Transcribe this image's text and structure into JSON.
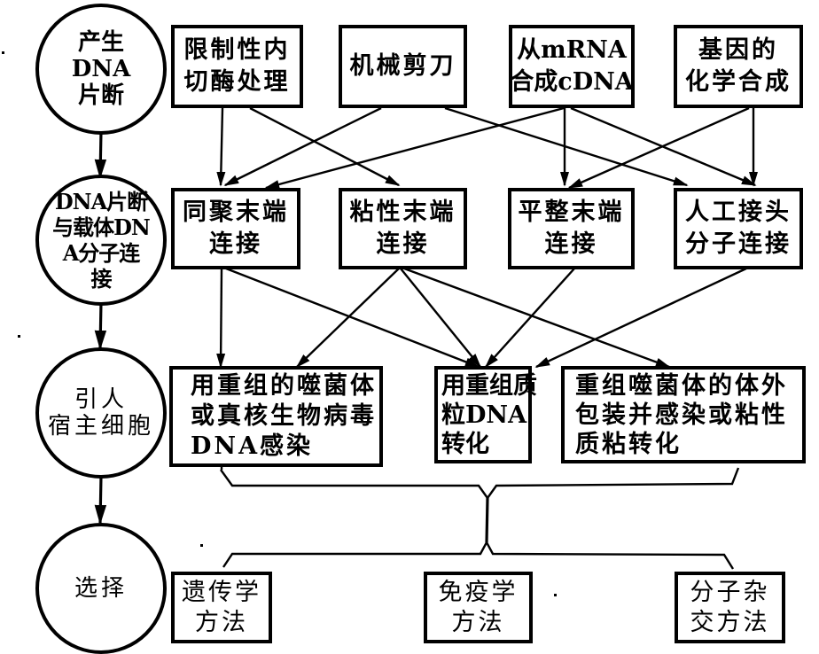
{
  "stages": [
    {
      "id": "stage-1",
      "lines": [
        "产生",
        "DNA",
        "片断"
      ]
    },
    {
      "id": "stage-2",
      "lines": [
        "DNA片断",
        "与载体DN",
        "A分子连",
        "接"
      ]
    },
    {
      "id": "stage-3",
      "lines": [
        "引人",
        "宿主细胞"
      ]
    },
    {
      "id": "stage-4",
      "lines": [
        "选择"
      ]
    }
  ],
  "row1": [
    {
      "id": "restriction-enzyme",
      "lines": [
        "限制性内",
        "切酶处理"
      ]
    },
    {
      "id": "mechanical-shear",
      "lines": [
        "机械剪刀"
      ]
    },
    {
      "id": "cdna-from-mrna",
      "lines": [
        "从mRNA",
        "合成cDNA"
      ]
    },
    {
      "id": "chemical-synthesis",
      "lines": [
        "基因的",
        "化学合成"
      ]
    }
  ],
  "row2": [
    {
      "id": "homopolymer-tail",
      "lines": [
        "同聚末端",
        "连接"
      ]
    },
    {
      "id": "sticky-end",
      "lines": [
        "粘性末端",
        "连接"
      ]
    },
    {
      "id": "blunt-end",
      "lines": [
        "平整末端",
        "连接"
      ]
    },
    {
      "id": "linker",
      "lines": [
        "人工接头",
        "分子连接"
      ]
    }
  ],
  "row3": [
    {
      "id": "phage-virus-infection",
      "lines": [
        "用重组的噬菌体",
        "或真核生物病毒",
        "DNA感染"
      ]
    },
    {
      "id": "plasmid-transformation",
      "lines": [
        "用重组质",
        "粒DNA",
        "转化"
      ]
    },
    {
      "id": "in-vitro-packaging",
      "lines": [
        "重组噬菌体的体外",
        "包装并感染或粘性",
        "质粘转化"
      ]
    }
  ],
  "row4": [
    {
      "id": "genetic-method",
      "lines": [
        "遗传学",
        "方法"
      ]
    },
    {
      "id": "immunological-method",
      "lines": [
        "免疫学",
        "方法"
      ]
    },
    {
      "id": "hybridization-method",
      "lines": [
        "分子杂",
        "交方法"
      ]
    }
  ]
}
